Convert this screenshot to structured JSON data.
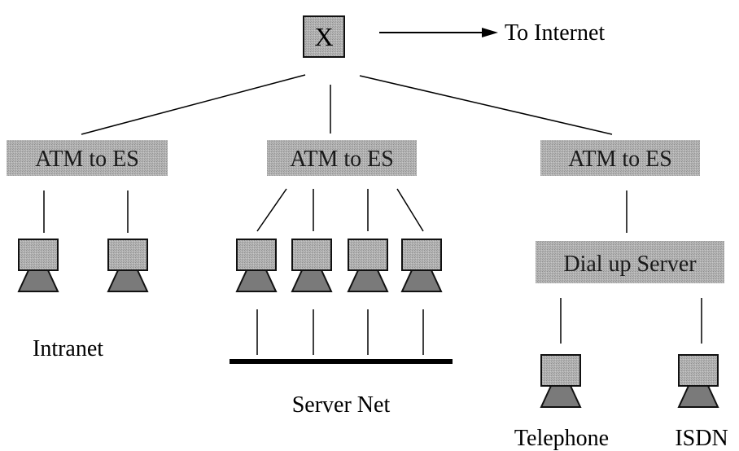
{
  "root": {
    "label": "X"
  },
  "internet": {
    "label": "To Internet"
  },
  "switches": [
    {
      "label": "ATM to ES"
    },
    {
      "label": "ATM to ES"
    },
    {
      "label": "ATM to ES"
    }
  ],
  "dialup": {
    "label": "Dial up Server"
  },
  "captions": {
    "intranet": "Intranet",
    "server_net": "Server Net",
    "telephone": "Telephone",
    "isdn": "ISDN"
  },
  "colors": {
    "box_fill": "#aaaaaa",
    "text": "#000000",
    "line": "#000000"
  }
}
